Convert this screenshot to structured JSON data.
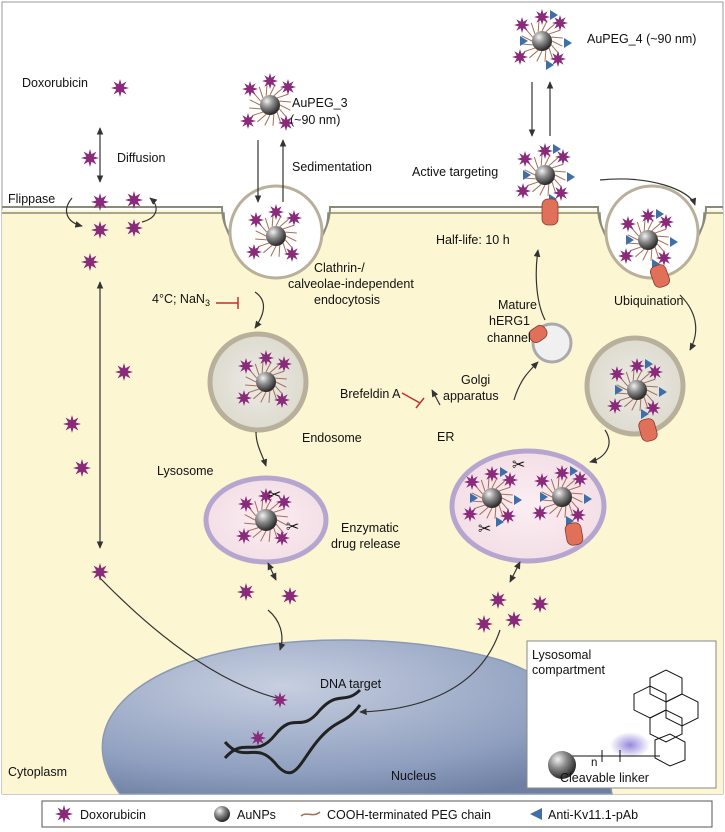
{
  "labels": {
    "doxorubicin_top": "Doxorubicin",
    "diffusion": "Diffusion",
    "flippase": "Flippase",
    "aupeg3_line1": "AuPEG_3",
    "aupeg3_line2": "(~90 nm)",
    "sedimentation": "Sedimentation",
    "aupeg4": "AuPEG_4 (~90 nm)",
    "active_targeting": "Active targeting",
    "half_life": "Half-life: 10 h",
    "ubiquination": "Ubiquination",
    "clathrin_line1": "Clathrin-/",
    "clathrin_line2": "calveolae-independent",
    "clathrin_line3": "endocytosis",
    "temp_prefix": "4°C; NaN",
    "temp_sub": "3",
    "mature_line1": "Mature",
    "mature_line2": "hERG1",
    "mature_line3": "channel",
    "brefeldin": "Brefeldin A",
    "golgi_line1": "Golgi",
    "golgi_line2": "apparatus",
    "er": "ER",
    "endosome": "Endosome",
    "lysosome": "Lysosome",
    "enzymatic_line1": "Enzymatic",
    "enzymatic_line2": "drug release",
    "dna_target": "DNA target",
    "cytoplasm": "Cytoplasm",
    "nucleus": "Nucleus",
    "lysosomal_line1": "Lysosomal",
    "lysosomal_line2": "compartment",
    "cleavable_linker": "Cleavable linker",
    "chem_n": "n"
  },
  "legend": {
    "doxorubicin": "Doxorubicin",
    "aunps": "AuNPs",
    "peg": "COOH-terminated PEG chain",
    "antibody": "Anti-Kv11.1-pAb"
  },
  "colors": {
    "cytoplasm": "#fdf6d3",
    "membrane": "#8a8a7a",
    "drug": "#8a2a7a",
    "antibody": "#3f6fa8",
    "channel": "#e0705a",
    "nucleus": "#8f9fbf",
    "lysosome_rim": "#b6a6cf",
    "endosome_rim": "#b8b09a"
  }
}
